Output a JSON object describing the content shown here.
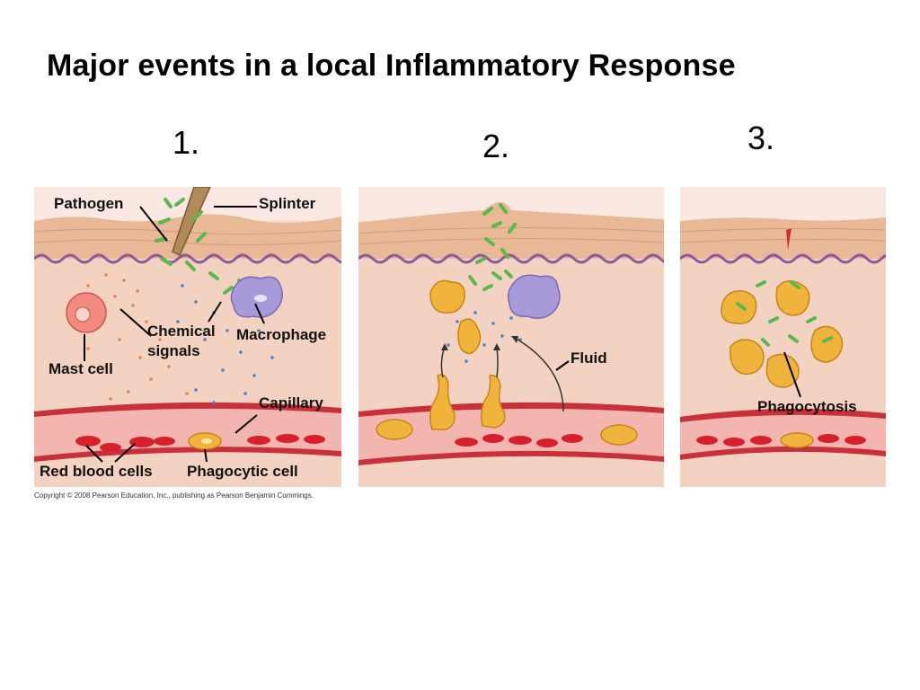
{
  "title": "Major events in a local Inflammatory Response",
  "steps": [
    "1.",
    "2.",
    "3."
  ],
  "panel1": {
    "labels": {
      "pathogen": "Pathogen",
      "splinter": "Splinter",
      "chemical": "Chemical",
      "signals": "signals",
      "macrophage": "Macrophage",
      "mast_cell": "Mast cell",
      "capillary": "Capillary",
      "red_blood_cells": "Red blood cells",
      "phagocytic_cell": "Phagocytic cell"
    }
  },
  "panel2": {
    "labels": {
      "fluid": "Fluid"
    }
  },
  "panel3": {
    "labels": {
      "phagocytosis": "Phagocytosis"
    }
  },
  "copyright": "Copyright © 2008 Pearson Education, Inc., publishing as Pearson Benjamin Cummings.",
  "colors": {
    "epidermis": "#e9b896",
    "dermis": "#f4d2c1",
    "basement": "#8c5aa0",
    "vessel": "#c8303a",
    "blood_cell": "#d8202c",
    "phagocyte": "#f0b43c",
    "macrophage": "#a89ad8",
    "bacteria": "#5cb84c",
    "mast_cell": "#f28a80",
    "signal_blue": "#4a84c4",
    "signal_orange": "#e08850"
  }
}
